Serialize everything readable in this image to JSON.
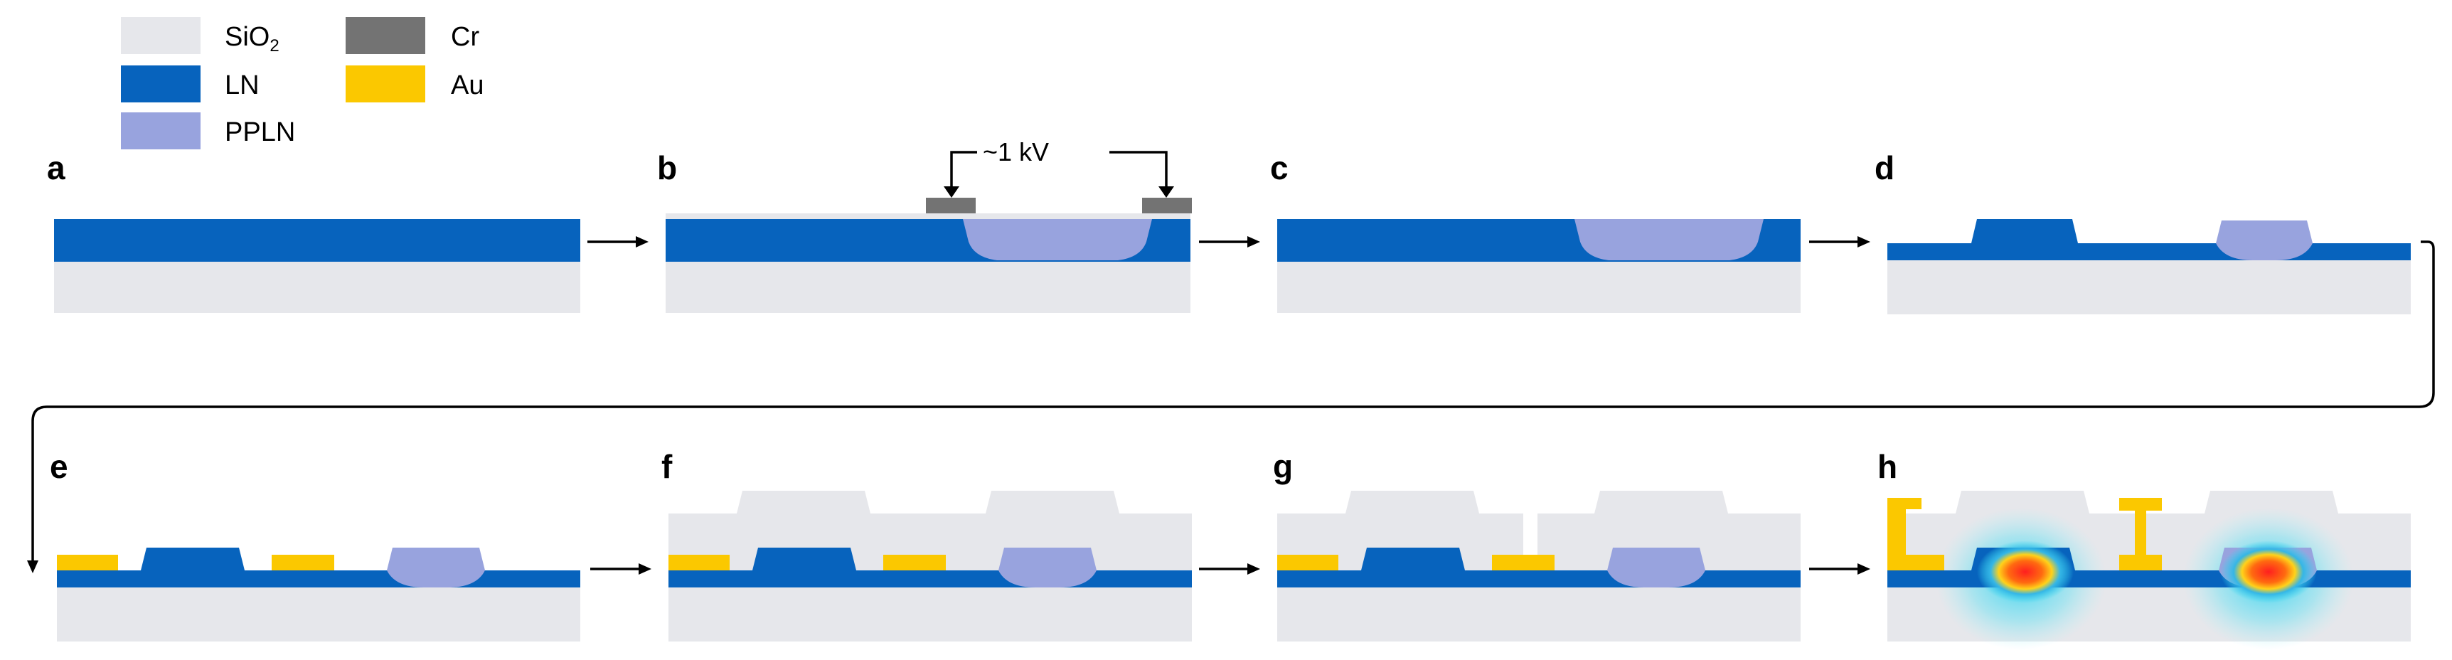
{
  "legend": [
    {
      "key": "sio2",
      "label": "SiO",
      "subscript": "2",
      "color": "#e6e7eb"
    },
    {
      "key": "ln",
      "label": "LN",
      "color": "#0763bd"
    },
    {
      "key": "ppln",
      "label": "PPLN",
      "color": "#98a3de"
    },
    {
      "key": "cr",
      "label": "Cr",
      "color": "#737373"
    },
    {
      "key": "au",
      "label": "Au",
      "color": "#fbc800"
    }
  ],
  "panels": [
    {
      "letter": "a"
    },
    {
      "letter": "b"
    },
    {
      "letter": "c"
    },
    {
      "letter": "d"
    },
    {
      "letter": "e"
    },
    {
      "letter": "f"
    },
    {
      "letter": "g"
    },
    {
      "letter": "h"
    }
  ],
  "voltage_label": "~1 kV",
  "colors": {
    "sio2": "#e6e7eb",
    "ln": "#0763bd",
    "ppln": "#98a3de",
    "cr": "#737373",
    "au": "#fbc800",
    "arrow": "#000000"
  }
}
